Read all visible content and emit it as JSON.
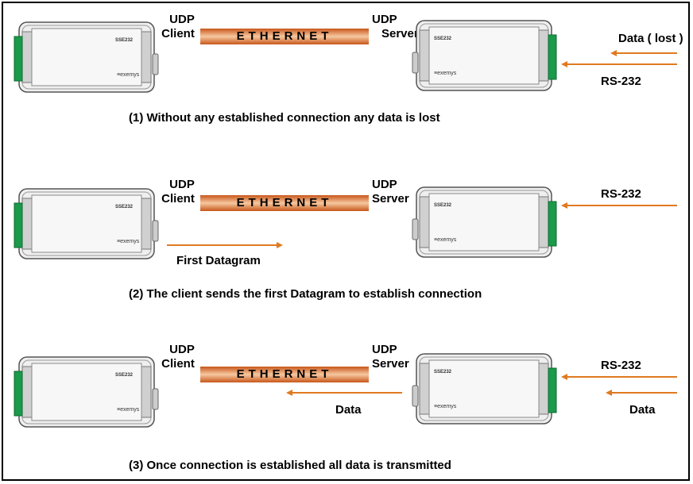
{
  "colors": {
    "arrow": "#e07a20",
    "connector": "#1a9a4a",
    "ethernet_dark": "#c8561a",
    "ethernet_light": "#f6c8a0"
  },
  "device": {
    "model": "SSE232",
    "brand": "exemys",
    "brand_icon": "exemys-logo-icon"
  },
  "ethernet_label": "ETHERNET",
  "client_label": {
    "line1": "UDP",
    "line2": "Client"
  },
  "server_label": {
    "line1": "UDP",
    "line2": "Server"
  },
  "panels": [
    {
      "caption": "(1) Without any established connection any data is lost",
      "right_top_label": "Data ( lost )",
      "right_bottom_label": "RS-232"
    },
    {
      "caption": "(2) The client sends the first Datagram to establish connection",
      "right_label": "RS-232",
      "datagram_label": "First Datagram"
    },
    {
      "caption": "(3) Once connection is established all data is transmitted",
      "right_top_label": "RS-232",
      "right_bottom_label": "Data",
      "middle_label": "Data"
    }
  ]
}
